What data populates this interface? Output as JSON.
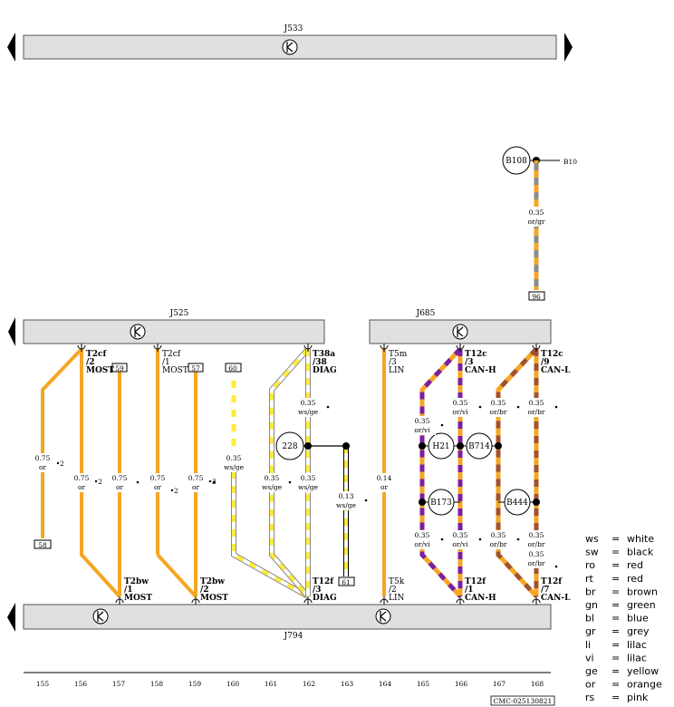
{
  "components": {
    "top": "J533",
    "mid_left": "J525",
    "mid_right": "J685",
    "bottom": "J794"
  },
  "sensor": {
    "label": "B108",
    "pin": "96",
    "ref": "B10",
    "wire_size": "0.35",
    "wire_color": "or/gr"
  },
  "connectors_top": [
    {
      "id": "t2cf-2",
      "l1": "T2cf",
      "l2": "/2",
      "l3": "MOST"
    },
    {
      "id": "t2cf-1",
      "l1": "T2cf",
      "l2": "/1",
      "l3": "MOST"
    },
    {
      "id": "t38a",
      "l1": "T38a",
      "l2": "/38",
      "l3": "DIAG"
    },
    {
      "id": "t5m",
      "l1": "T5m",
      "l2": "/3",
      "l3": "LIN"
    },
    {
      "id": "t12c-3",
      "l1": "T12c",
      "l2": "/3",
      "l3": "CAN-H"
    },
    {
      "id": "t12c-9",
      "l1": "T12c",
      "l2": "/9",
      "l3": "CAN-L"
    }
  ],
  "connectors_bottom": [
    {
      "id": "t2bw-1",
      "l1": "T2bw",
      "l2": "/1",
      "l3": "MOST"
    },
    {
      "id": "t2bw-2",
      "l1": "T2bw",
      "l2": "/2",
      "l3": "MOST"
    },
    {
      "id": "t12f-3",
      "l1": "T12f",
      "l2": "/3",
      "l3": "DIAG"
    },
    {
      "id": "t5k",
      "l1": "T5k",
      "l2": "/2",
      "l3": "LIN"
    },
    {
      "id": "t12f-1",
      "l1": "T12f",
      "l2": "/1",
      "l3": "CAN-H"
    },
    {
      "id": "t12f-7",
      "l1": "T12f",
      "l2": "/7",
      "l3": "CAN-L"
    }
  ],
  "pin_boxes": [
    "59",
    "57",
    "60",
    "58",
    "61"
  ],
  "circles": [
    "228",
    "H21",
    "B714",
    "B173",
    "B444"
  ],
  "wire_labels": [
    {
      "size": "0.75",
      "color": "or"
    },
    {
      "size": "0.75",
      "color": "or"
    },
    {
      "size": "0.75",
      "color": "or"
    },
    {
      "size": "0.75",
      "color": "or"
    },
    {
      "size": "0.75",
      "color": "or"
    },
    {
      "size": "0.35",
      "color": "ws/ge"
    },
    {
      "size": "0.35",
      "color": "ws/ge"
    },
    {
      "size": "0.35",
      "color": "ws/ge"
    },
    {
      "size": "0.35",
      "color": "ws/ge"
    },
    {
      "size": "0.13",
      "color": "ws/ge"
    },
    {
      "size": "0.14",
      "color": "or"
    },
    {
      "size": "0.35",
      "color": "or/vi"
    },
    {
      "size": "0.35",
      "color": "or/vi"
    },
    {
      "size": "0.35",
      "color": "or/vi"
    },
    {
      "size": "0.35",
      "color": "or/vi"
    },
    {
      "size": "0.35",
      "color": "or/br"
    },
    {
      "size": "0.35",
      "color": "or/br"
    },
    {
      "size": "0.35",
      "color": "or/br"
    },
    {
      "size": "0.35",
      "color": "or/br"
    },
    {
      "size": "0.35",
      "color": "or/br"
    }
  ],
  "refs": [
    "2",
    "2",
    "2",
    "3",
    "3"
  ],
  "track_numbers": [
    "155",
    "156",
    "157",
    "158",
    "159",
    "160",
    "161",
    "162",
    "163",
    "164",
    "165",
    "166",
    "167",
    "168"
  ],
  "legend": [
    {
      "code": "ws",
      "eq": "=",
      "name": "white"
    },
    {
      "code": "sw",
      "eq": "=",
      "name": "black"
    },
    {
      "code": "ro",
      "eq": "=",
      "name": "red"
    },
    {
      "code": "rt",
      "eq": "=",
      "name": "red"
    },
    {
      "code": "br",
      "eq": "=",
      "name": "brown"
    },
    {
      "code": "gn",
      "eq": "=",
      "name": "green"
    },
    {
      "code": "bl",
      "eq": "=",
      "name": "blue"
    },
    {
      "code": "gr",
      "eq": "=",
      "name": "grey"
    },
    {
      "code": "li",
      "eq": "=",
      "name": "lilac"
    },
    {
      "code": "vi",
      "eq": "=",
      "name": "lilac"
    },
    {
      "code": "ge",
      "eq": "=",
      "name": "yellow"
    },
    {
      "code": "or",
      "eq": "=",
      "name": "orange"
    },
    {
      "code": "rs",
      "eq": "=",
      "name": "pink"
    }
  ],
  "footer_code": "CMC-025130821",
  "colors": {
    "orange": "#f5a623",
    "violet": "#7b1fa2",
    "brown": "#a0522d",
    "yellow": "#ffeb3b",
    "grey": "#8c8c8c",
    "bar_fill": "#e0e0e0"
  }
}
